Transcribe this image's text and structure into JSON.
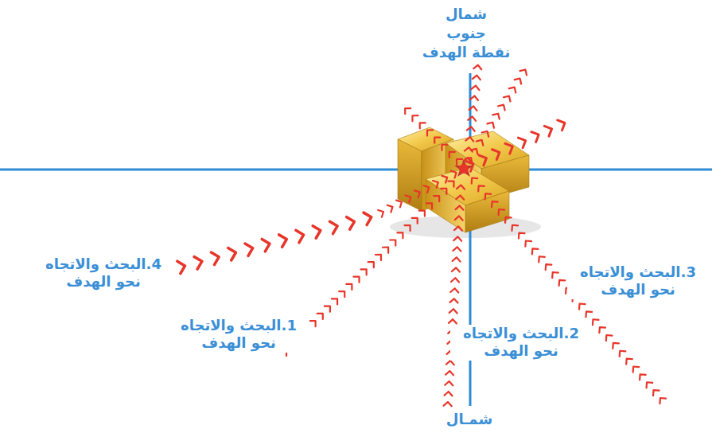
{
  "diagram": {
    "labels": [
      "شمال",
      "جنوب",
      "نقطة الهدف",
      "4.البحث والاتجاه نحو الهدف",
      "1.البحث والاتجاه نحو الهدف",
      "2.البحث والاتجاه نحو الهدف",
      "3.البحث والاتجاه نحو الهدف",
      "شمـال"
    ]
  }
}
